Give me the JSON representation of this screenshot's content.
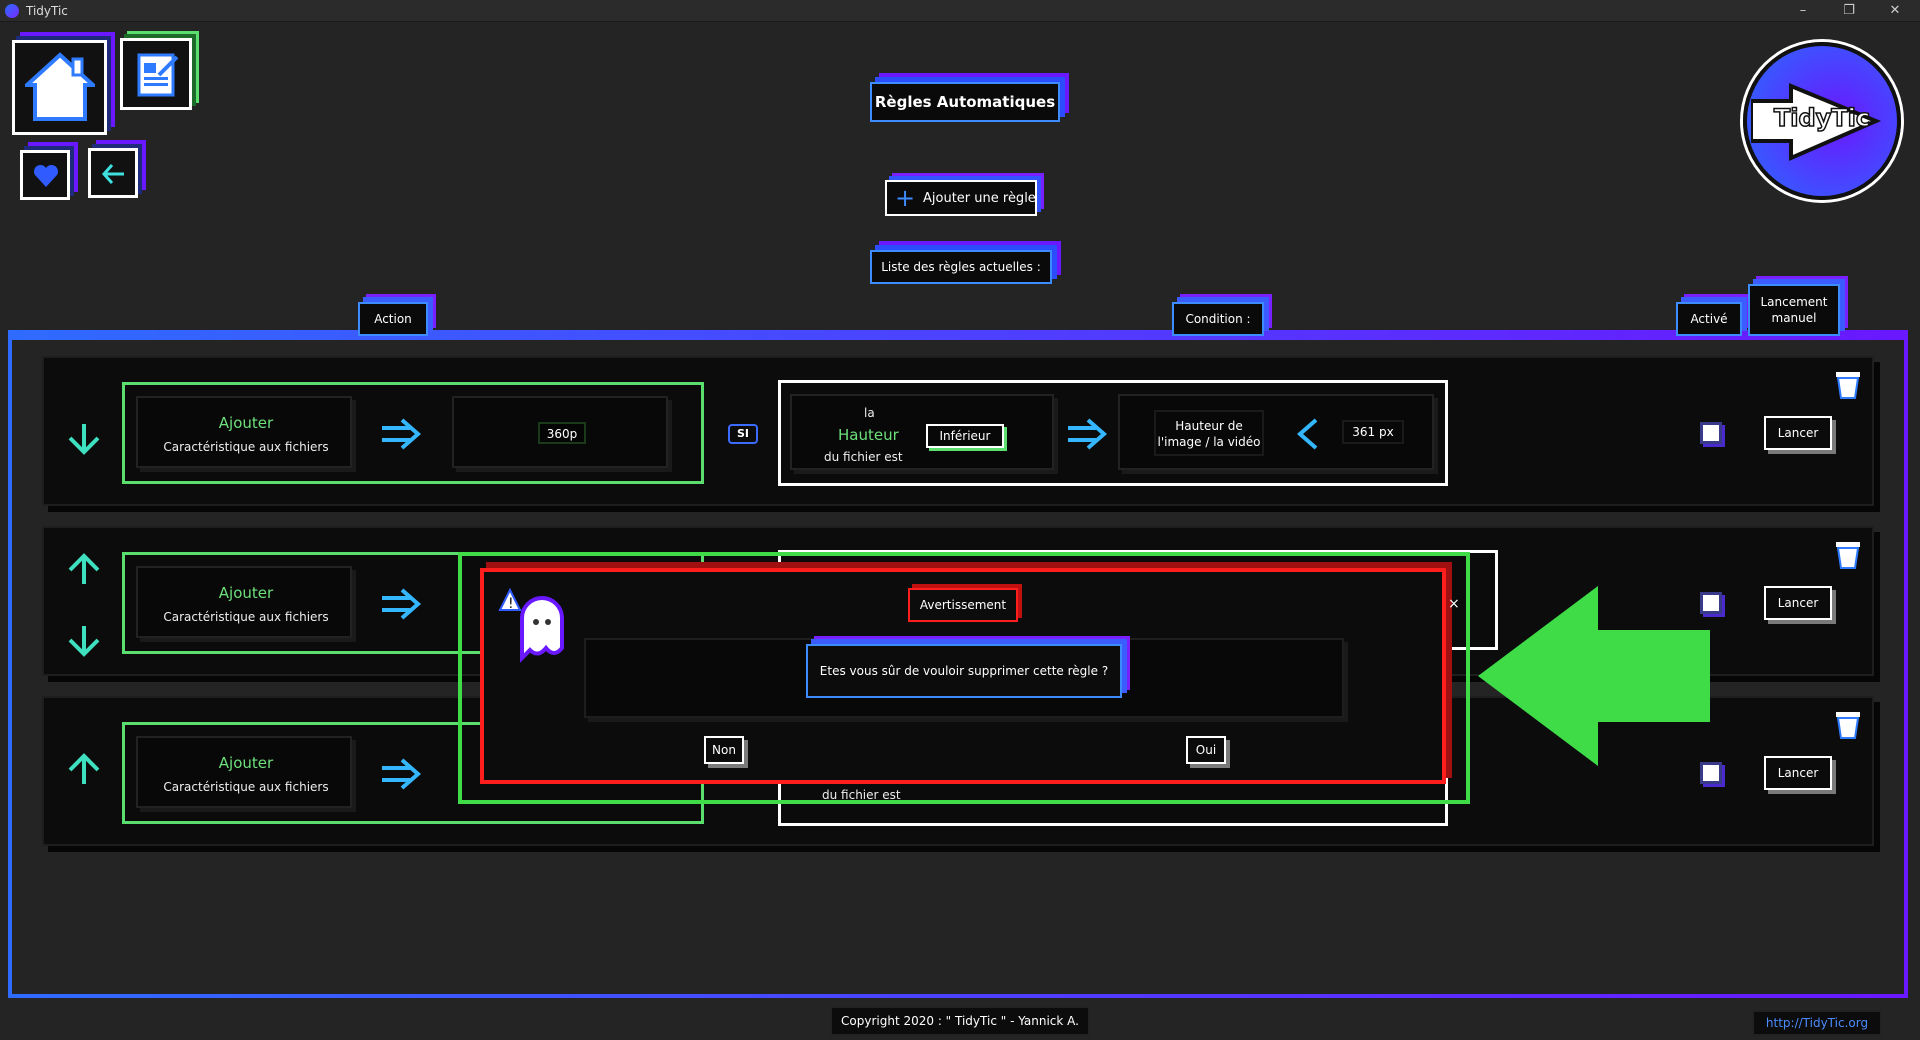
{
  "window": {
    "title": "TidyTic",
    "controls": [
      "–",
      "❐",
      "✕"
    ]
  },
  "header": {
    "title": "Règles Automatiques",
    "add_rule": "Ajouter une règle",
    "list_title": "Liste des règles actuelles :"
  },
  "logo": {
    "text": "TidyTic"
  },
  "columns": {
    "action": "Action",
    "condition": "Condition :",
    "active": "Activé",
    "manual": "Lancement manuel"
  },
  "rule1": {
    "action_verb": "Ajouter",
    "action_desc": "Caractéristique aux fichiers",
    "action_value": "360p",
    "link": "SI",
    "cond_la": "la",
    "cond_prop": "Hauteur",
    "cond_est": "du fichier est",
    "cond_op": "Inférieur",
    "cond_target": "Hauteur de l'image / la vidéo",
    "cond_value": "361 px",
    "launch": "Lancer"
  },
  "rule2": {
    "action_verb": "Ajouter",
    "action_desc": "Caractéristique aux fichiers",
    "launch": "Lancer"
  },
  "rule3": {
    "action_verb": "Ajouter",
    "action_desc": "Caractéristique aux fichiers",
    "cond_est": "du fichier est",
    "launch": "Lancer"
  },
  "dialog": {
    "title": "Avertissement",
    "message": "Etes vous sûr de vouloir supprimer cette règle ?",
    "no": "Non",
    "yes": "Oui",
    "close": "×"
  },
  "footer": {
    "copyright": "Copyright 2020 : \" TidyTic \" - Yannick A.",
    "url": "http://TidyTic.org"
  },
  "colors": {
    "accent_blue": "#3c8bff",
    "accent_purple": "#6a18ff",
    "green": "#5adf6f",
    "red": "#ff1e1e",
    "highlight_green": "#3fdc47"
  }
}
